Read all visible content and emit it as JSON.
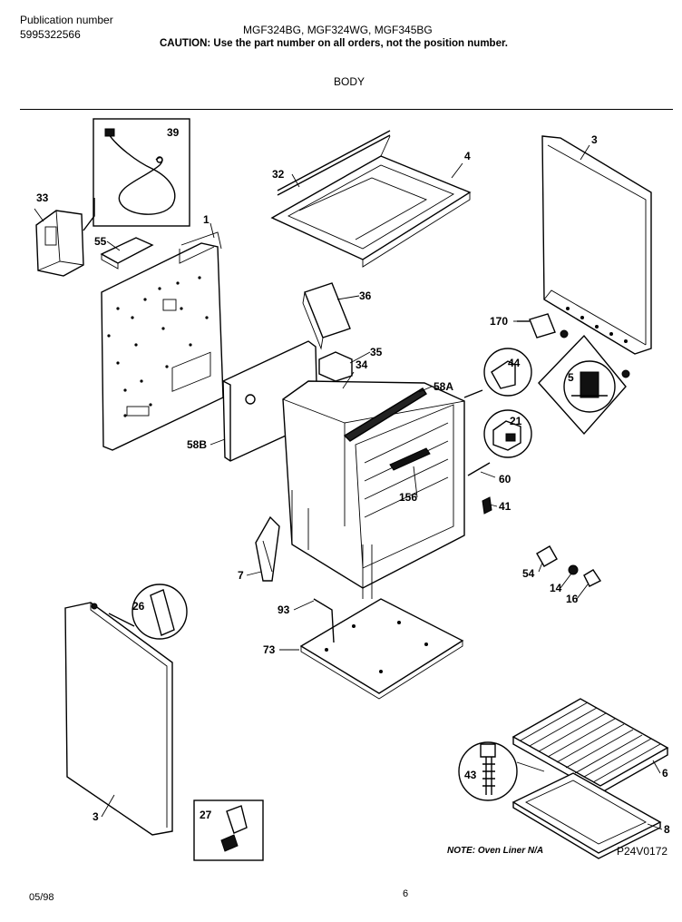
{
  "header": {
    "publication_label": "Publication number",
    "publication_number": "5995322566",
    "models": "MGF324BG, MGF324WG, MGF345BG",
    "caution": "CAUTION:  Use the part number on all orders, not the position number.",
    "section_title": "BODY"
  },
  "footer": {
    "date": "05/98",
    "page": "6",
    "note": "NOTE: Oven Liner N/A",
    "diagram_code": "P24V0172"
  },
  "callouts": {
    "c1": "1",
    "c3a": "3",
    "c3b": "3",
    "c4": "4",
    "c5": "5",
    "c6": "6",
    "c7": "7",
    "c8": "8",
    "c14": "14",
    "c16": "16",
    "c21": "21",
    "c26": "26",
    "c27": "27",
    "c32": "32",
    "c33": "33",
    "c34": "34",
    "c35": "35",
    "c36": "36",
    "c39": "39",
    "c41": "41",
    "c43": "43",
    "c44": "44",
    "c54": "54",
    "c55": "55",
    "c58a": "58A",
    "c58b": "58B",
    "c60": "60",
    "c73": "73",
    "c93": "93",
    "c156": "156",
    "c170": "170"
  }
}
